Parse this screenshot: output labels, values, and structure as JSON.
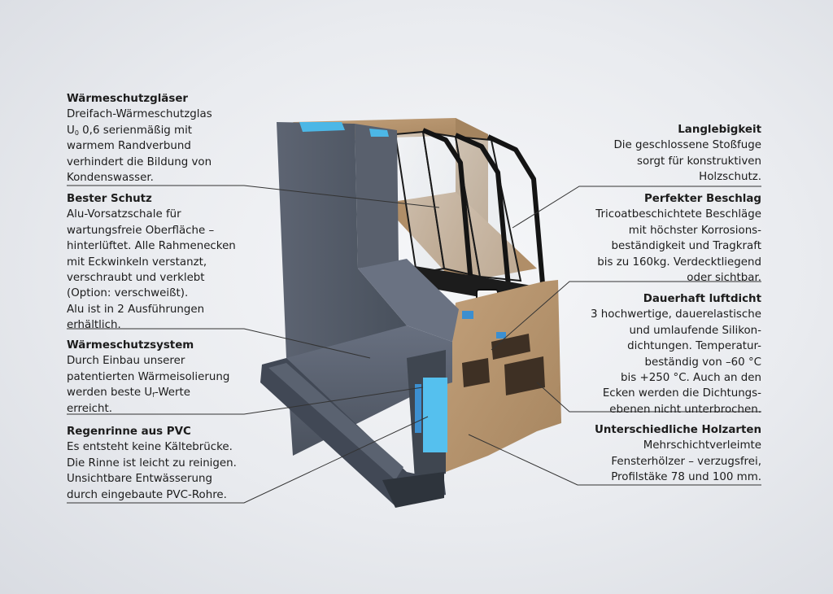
{
  "left_blocks": [
    {
      "title": "Wärmeschutzgläser",
      "lines": [
        "Dreifach-Wärmeschutzglas",
        "U",
        "0",
        " 0,6 serienmäßig mit",
        "warmem Randverbund",
        "verhindert die Bildung von",
        "Kondenswasser."
      ]
    },
    {
      "title": "Bester Schutz",
      "lines": [
        "Alu-Vorsatzschale für",
        "wartungsfreie Oberfläche –",
        "hinterlüftet. Alle Rahmenecken",
        "mit Eckwinkeln verstanzt,",
        "verschraubt und verklebt",
        "(Option: verschweißt).",
        "Alu ist in 2 Ausführungen",
        "erhältlich."
      ]
    },
    {
      "title": "Wärmeschutzsystem",
      "lines": [
        "Durch Einbau unserer",
        "patentierten Wärmeisolierung",
        "werden beste U",
        "f",
        "-Werte",
        "erreicht."
      ]
    },
    {
      "title": "Regenrinne aus PVC",
      "lines": [
        "Es entsteht keine Kältebrücke.",
        "Die Rinne ist leicht zu reinigen.",
        "Unsichtbare Entwässerung",
        "durch eingebaute PVC-Rohre."
      ]
    }
  ],
  "right_blocks": [
    {
      "title": "Langlebigkeit",
      "lines": [
        "Die geschlossene Stoßfuge",
        "sorgt für konstruktiven",
        "Holzschutz."
      ]
    },
    {
      "title": "Perfekter Beschlag",
      "lines": [
        "Tricoatbeschichtete Beschläge",
        "mit höchster Korrosions-",
        "beständigkeit und Tragkraft",
        "bis zu 160kg. Verdecktliegend",
        "oder sichtbar."
      ]
    },
    {
      "title": "Dauerhaft luftdicht",
      "lines": [
        "3 hochwertige, dauerelastische",
        "und umlaufende Silikon-",
        "dichtungen. Temperatur-",
        "beständig von –60 °C",
        "bis +250 °C. Auch an den",
        "Ecken werden die Dichtungs-",
        "ebenen nicht unterbrochen."
      ]
    },
    {
      "title": "Unterschiedliche Holzarten",
      "lines": [
        "Mehrschichtverleimte",
        "Fensterhölzer – verzugsfrei,",
        "Profilstäke 78 und 100 mm."
      ]
    }
  ],
  "colors": {
    "aluminium": "#4f5663",
    "wood": "#b2916d",
    "insulation": "#4cb7e6",
    "glass_frame": "#141414",
    "leader_line": "#333333"
  }
}
